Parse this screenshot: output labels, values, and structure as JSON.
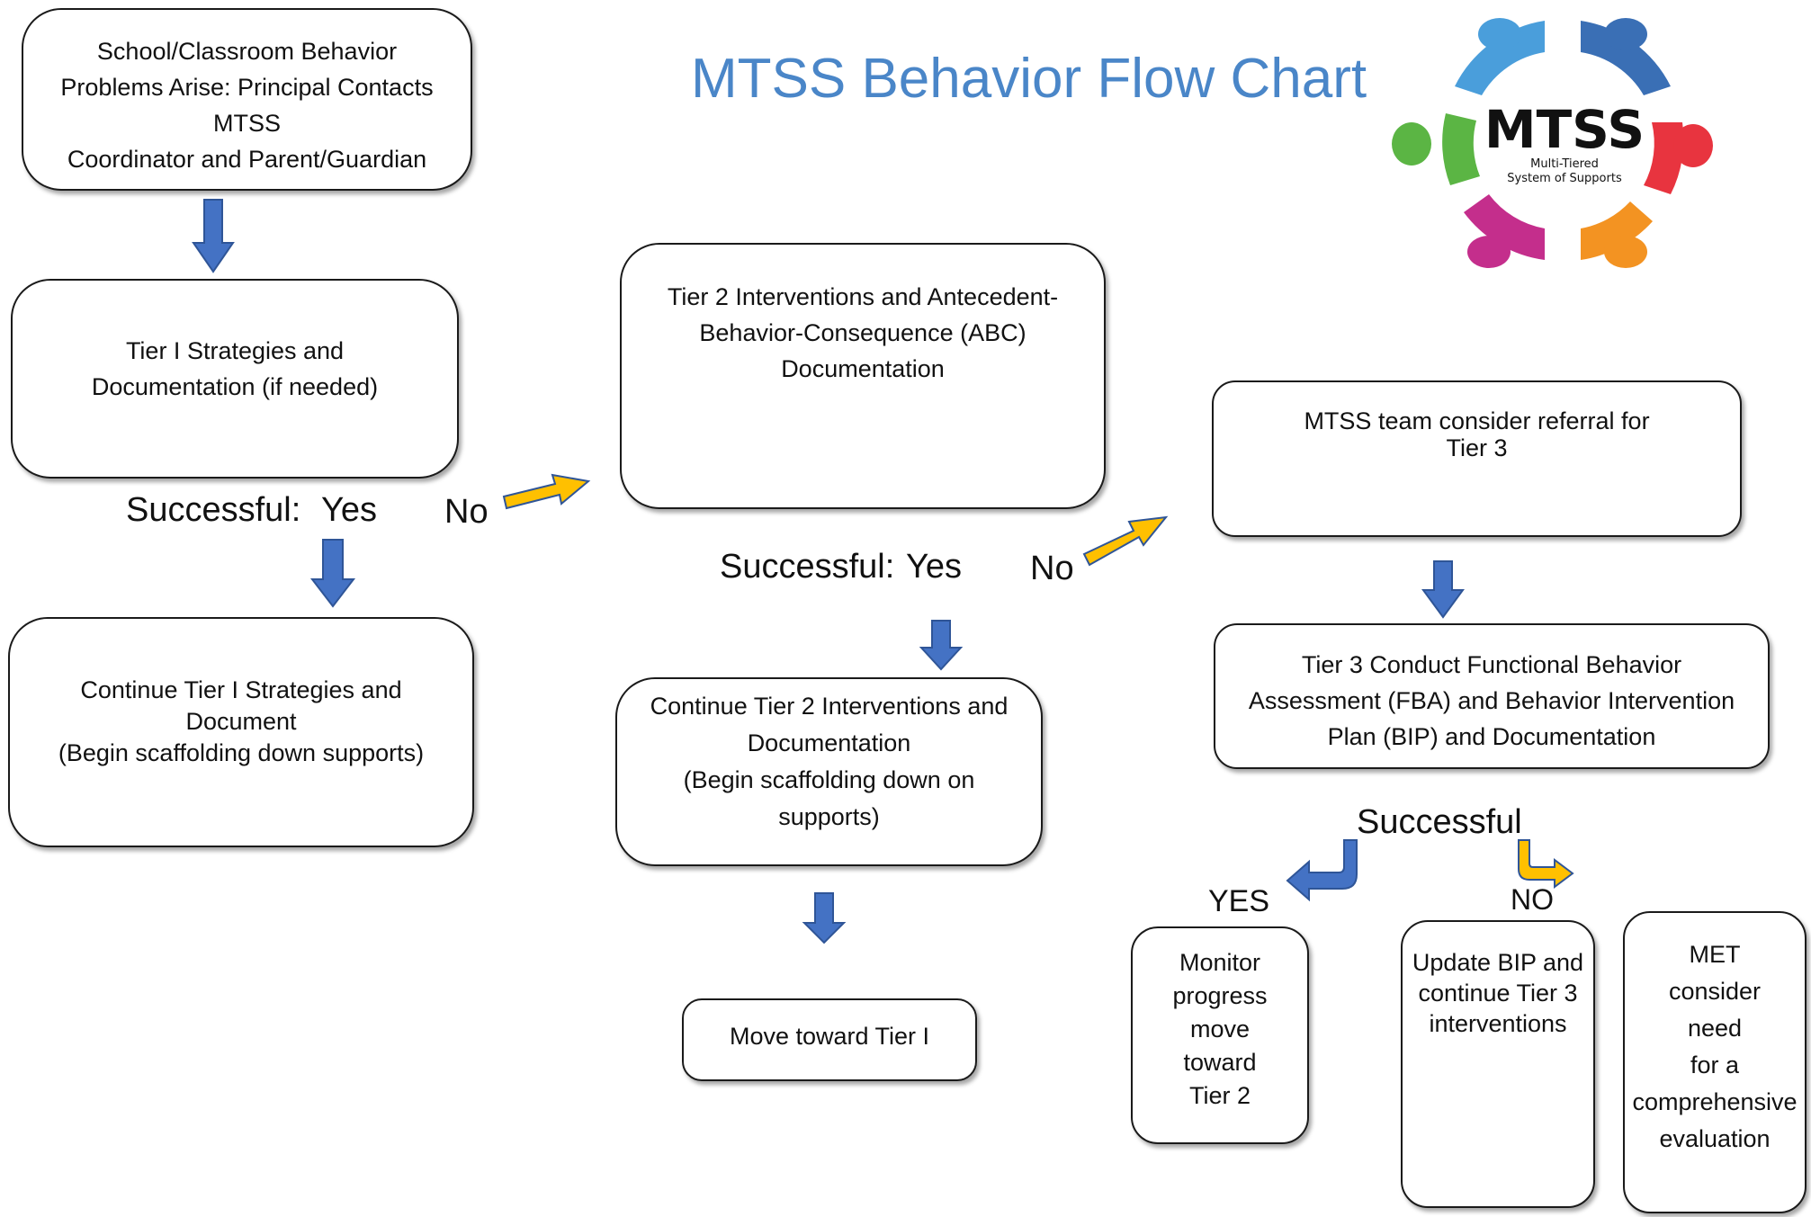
{
  "title": "MTSS Behavior Flow Chart",
  "logo": {
    "abbr": "MTSS",
    "line1": "Multi-Tiered",
    "line2": "System of Supports",
    "colors": [
      "#4a9edb",
      "#3a6fb5",
      "#e8343f",
      "#f39322",
      "#c42e8c",
      "#5bb544"
    ]
  },
  "boxes": {
    "start": [
      "School/Classroom Behavior",
      "Problems Arise: Principal Contacts",
      "MTSS",
      "Coordinator and Parent/Guardian"
    ],
    "tier1": [
      "Tier I Strategies and",
      "Documentation (if needed)"
    ],
    "continue_tier1": [
      "Continue Tier I Strategies and",
      "Document",
      "(Begin scaffolding down supports)"
    ],
    "tier2": [
      "Tier 2 Interventions and Antecedent-",
      "Behavior-Consequence (ABC)",
      "Documentation"
    ],
    "continue_tier2": [
      "Continue Tier 2 Interventions and",
      "Documentation",
      "(Begin scaffolding down on",
      "supports)"
    ],
    "move_tier1": [
      "Move toward Tier I"
    ],
    "mtss_referral": [
      "MTSS team consider referral for",
      "Tier 3"
    ],
    "tier3": [
      "Tier 3 Conduct Functional Behavior",
      "Assessment (FBA) and Behavior Intervention",
      "Plan (BIP) and Documentation"
    ],
    "monitor": [
      "Monitor",
      "progress",
      "move",
      "toward",
      "Tier 2"
    ],
    "update_bip": [
      "Update BIP and",
      "continue Tier 3",
      "interventions"
    ],
    "met": [
      "MET",
      "consider",
      "need",
      "for a",
      "comprehensive",
      "evaluation"
    ]
  },
  "labels": {
    "successful_1": "Successful:",
    "yes_1": "Yes",
    "no_1": "No",
    "successful_2": "Successful:",
    "yes_2": "Yes",
    "no_2": "No",
    "successful_3": "Successful",
    "yes_3": "YES",
    "no_3": "NO"
  },
  "colors": {
    "title": "#4a86c8",
    "arrow_blue": "#4472c4",
    "arrow_gold": "#ffc000"
  }
}
